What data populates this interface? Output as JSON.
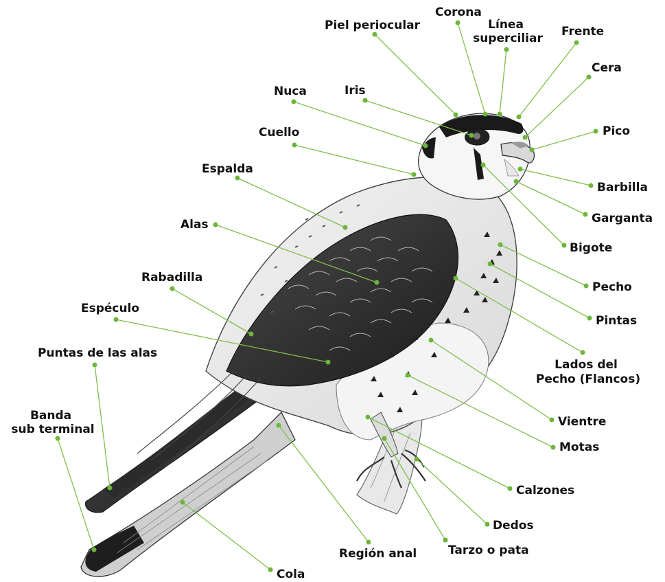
{
  "labels": {
    "piel_periocular": "Piel periocular",
    "corona": "Corona",
    "linea_superciliar": [
      "Línea",
      "superciliar"
    ],
    "frente": "Frente",
    "cera": "Cera",
    "pico": "Pico",
    "nuca": "Nuca",
    "iris": "Iris",
    "cuello": "Cuello",
    "barbilla": "Barbilla",
    "espalda": "Espalda",
    "garganta": "Garganta",
    "alas": "Alas",
    "bigote": "Bigote",
    "rabadilla": "Rabadilla",
    "pecho": "Pecho",
    "especulo": "Espéculo",
    "pintas": "Pintas",
    "puntas_alas": "Puntas de las alas",
    "lados_pecho": [
      "Lados del",
      "Pecho (Flancos)"
    ],
    "banda": [
      "Banda",
      "sub terminal"
    ],
    "vientre": "Vientre",
    "motas": "Motas",
    "calzones": "Calzones",
    "dedos": "Dedos",
    "region_anal": "Región anal",
    "tarzo": "Tarzo o pata",
    "cola": "Cola"
  },
  "colors": {
    "leader": "#7fbf4a",
    "dot": "#6cb63a",
    "text": "#111111"
  }
}
